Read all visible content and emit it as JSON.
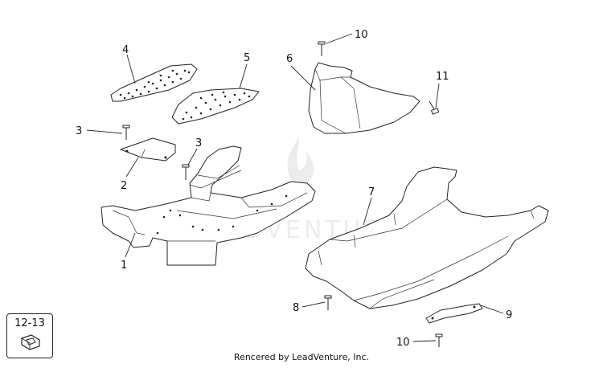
{
  "callouts": {
    "c1": "1",
    "c2": "2",
    "c3a": "3",
    "c3b": "3",
    "c4": "4",
    "c5": "5",
    "c6": "6",
    "c7": "7",
    "c8": "8",
    "c9": "9",
    "c10a": "10",
    "c10b": "10",
    "c11": "11"
  },
  "model_box": {
    "label": "12-13"
  },
  "watermark": {
    "text": "LEADVENTURE"
  },
  "footer": {
    "credit": "Rencered by LeadVenture, Inc."
  },
  "colors": {
    "line": "#222222",
    "part_fill": "#ffffff",
    "shade": "#e6e6e6",
    "watermark": "#d8d8d8"
  }
}
